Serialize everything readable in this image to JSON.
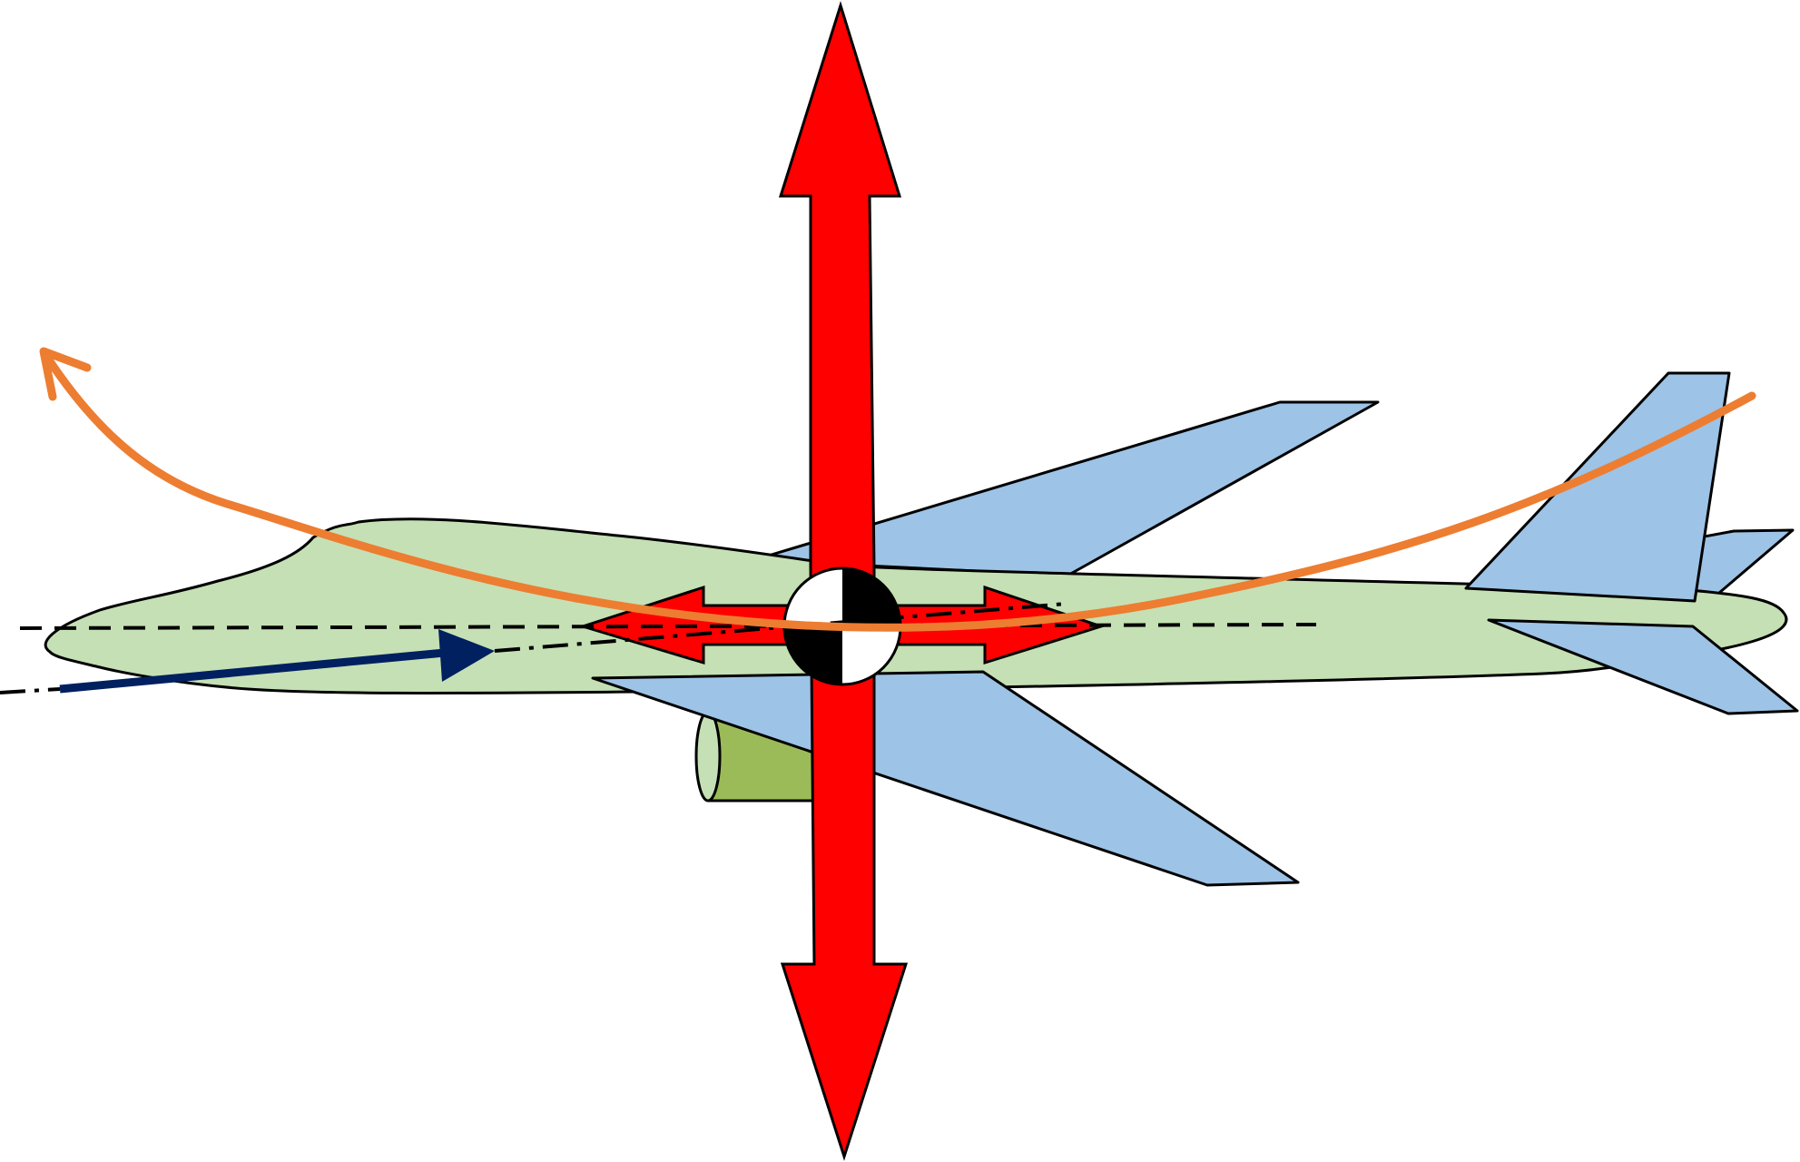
{
  "diagram": {
    "subject": "aircraft-forces-and-flight-path",
    "colors": {
      "background": "#ffffff",
      "fuselage": "#c5e0b4",
      "engine": "#9bbb59",
      "wing": "#9dc3e6",
      "force_arrow": "#ff0000",
      "flight_path": "#ed7d31",
      "velocity_arrow": "#002060",
      "outline": "#000000",
      "cg_dark": "#000000",
      "cg_light": "#ffffff"
    },
    "elements": [
      "far-wing",
      "fuselage",
      "engine-nacelle",
      "near-wing",
      "tail-fin",
      "far-stabilizer",
      "near-stabilizer",
      "vertical-force-arrow",
      "horizontal-force-arrow",
      "center-of-gravity-symbol",
      "longitudinal-axis-line",
      "velocity-vector-arrow",
      "flight-path-curve"
    ]
  }
}
